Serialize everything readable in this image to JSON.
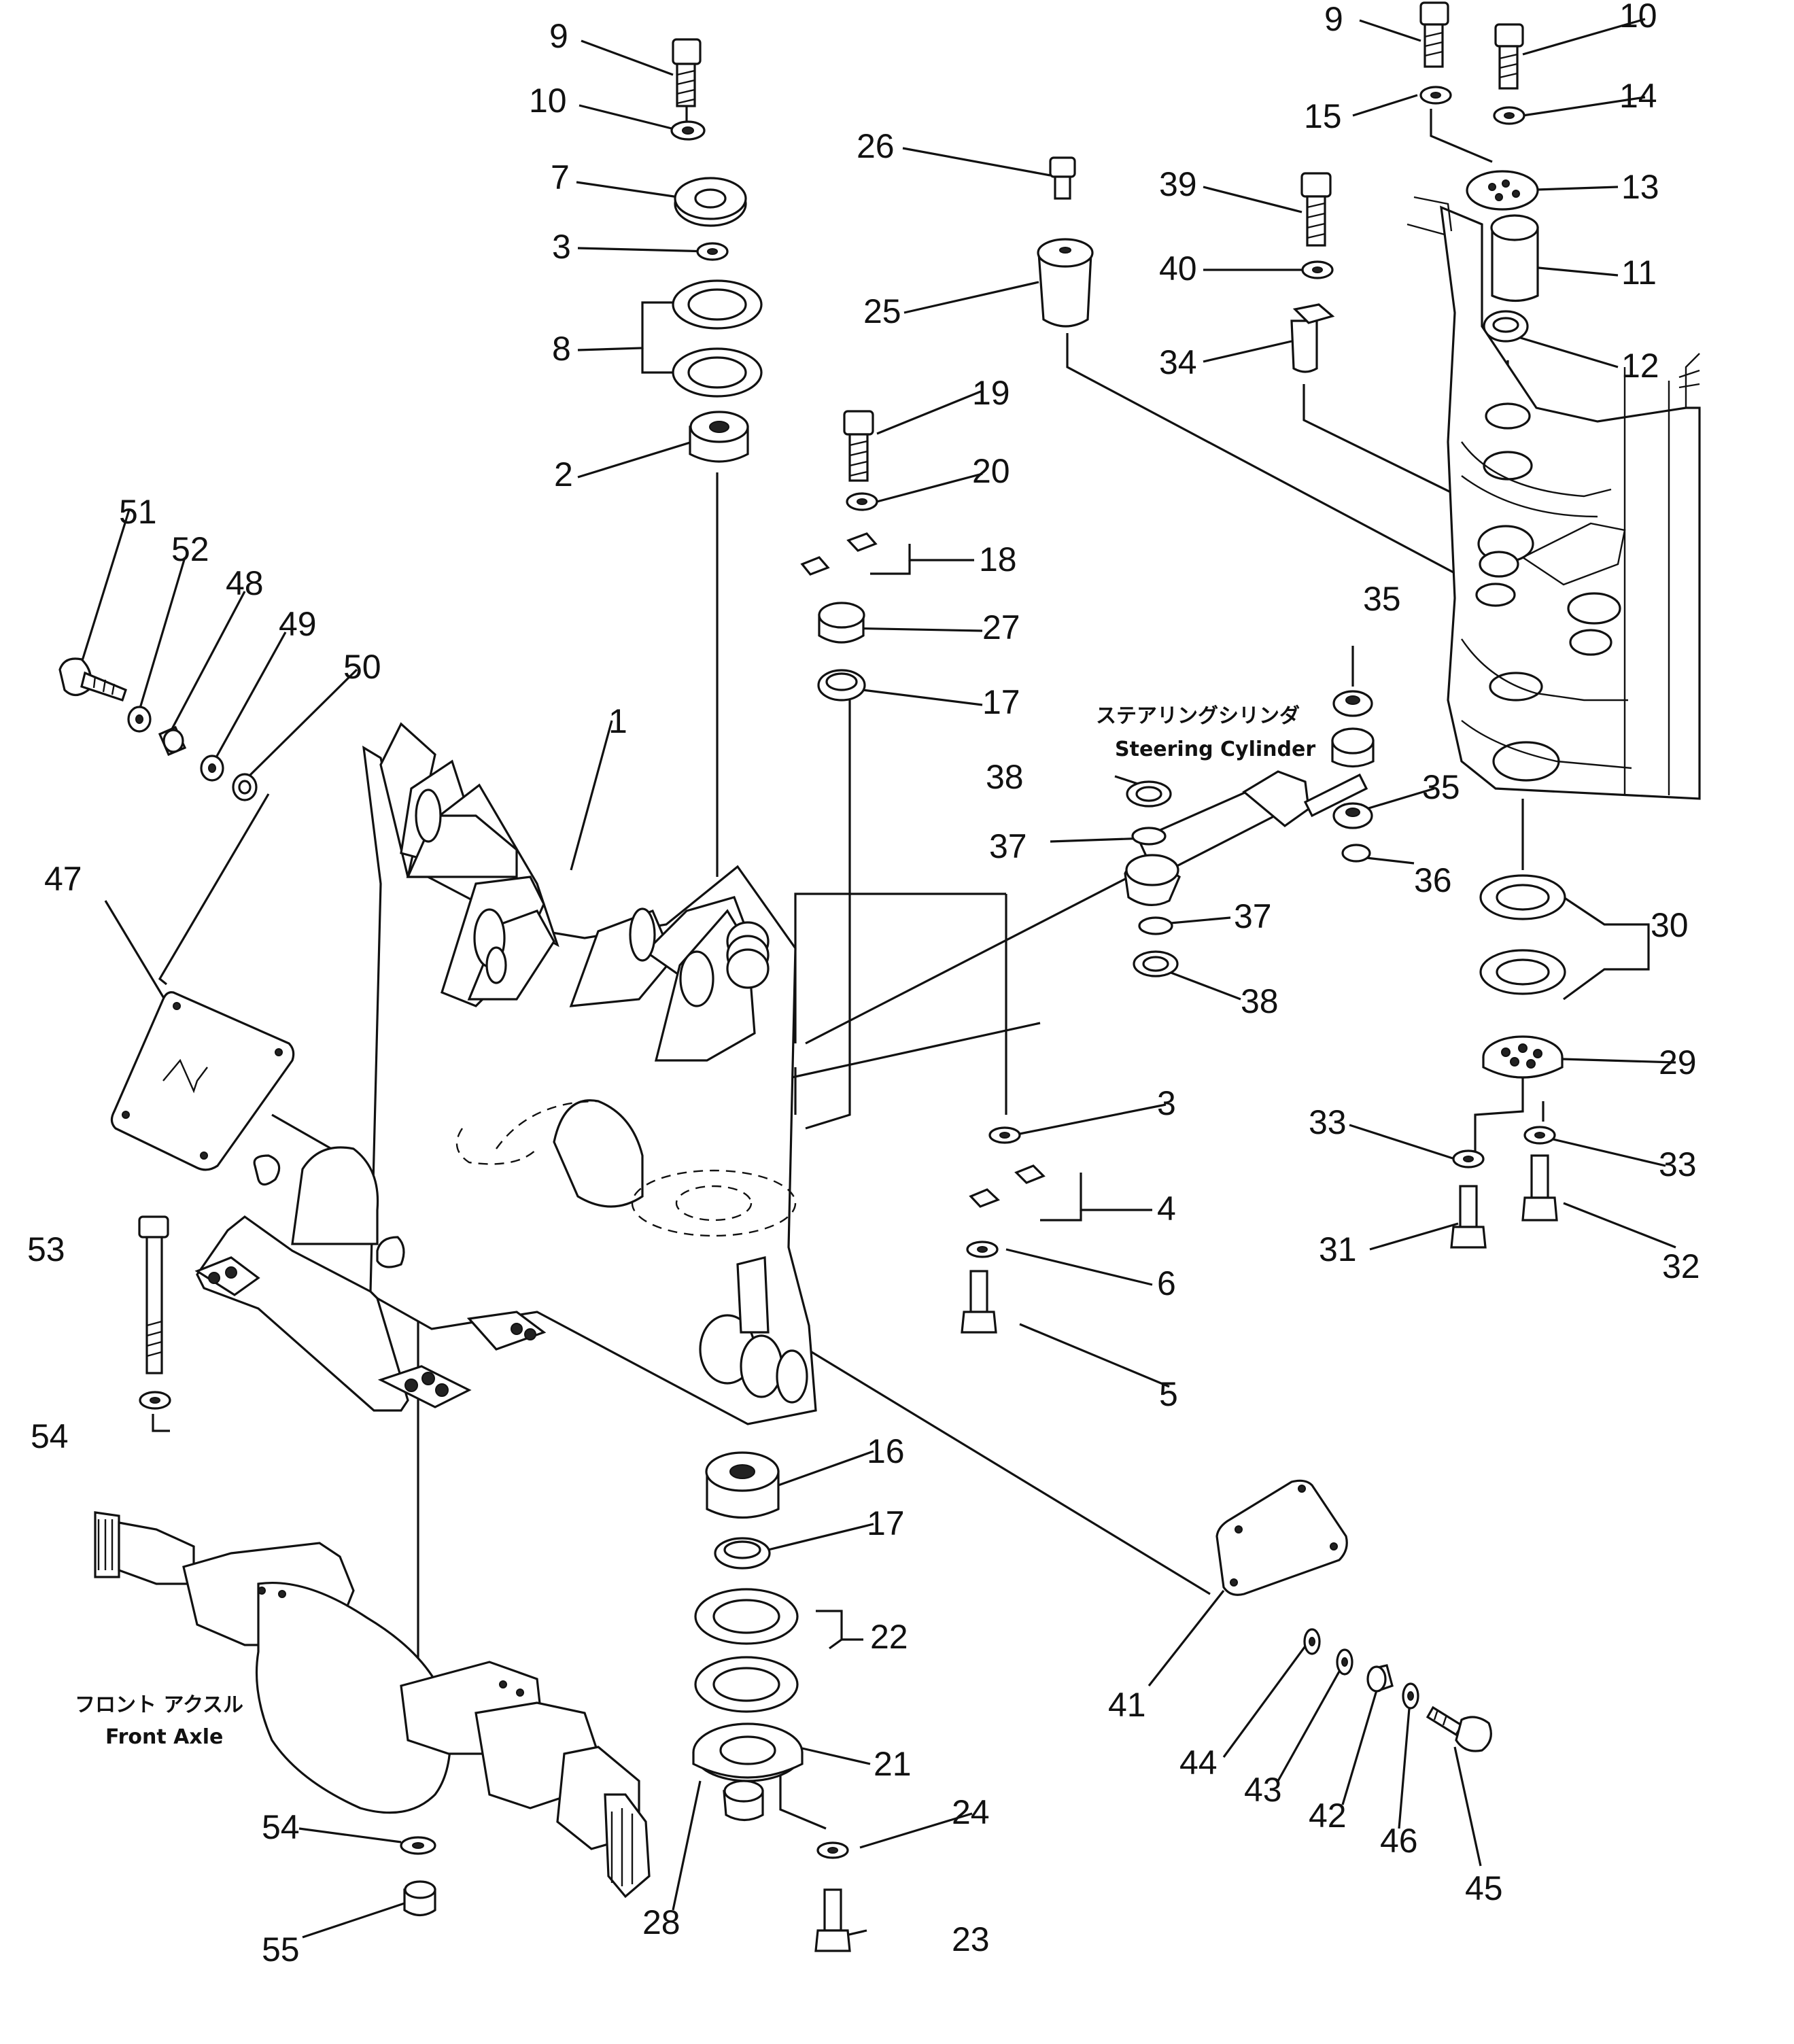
{
  "diagram": {
    "labels": [
      {
        "id": "l9a",
        "text": "9"
      },
      {
        "id": "l10a",
        "text": "10"
      },
      {
        "id": "l7",
        "text": "7"
      },
      {
        "id": "l3a",
        "text": "3"
      },
      {
        "id": "l8",
        "text": "8"
      },
      {
        "id": "l2",
        "text": "2"
      },
      {
        "id": "l26",
        "text": "26"
      },
      {
        "id": "l25",
        "text": "25"
      },
      {
        "id": "l19",
        "text": "19"
      },
      {
        "id": "l20",
        "text": "20"
      },
      {
        "id": "l18",
        "text": "18"
      },
      {
        "id": "l27",
        "text": "27"
      },
      {
        "id": "l17a",
        "text": "17"
      },
      {
        "id": "l9b",
        "text": "9"
      },
      {
        "id": "l10b",
        "text": "10"
      },
      {
        "id": "l14",
        "text": "14"
      },
      {
        "id": "l15",
        "text": "15"
      },
      {
        "id": "l13",
        "text": "13"
      },
      {
        "id": "l39",
        "text": "39"
      },
      {
        "id": "l11",
        "text": "11"
      },
      {
        "id": "l40",
        "text": "40"
      },
      {
        "id": "l12",
        "text": "12"
      },
      {
        "id": "l34",
        "text": "34"
      },
      {
        "id": "l51",
        "text": "51"
      },
      {
        "id": "l52",
        "text": "52"
      },
      {
        "id": "l48",
        "text": "48"
      },
      {
        "id": "l49",
        "text": "49"
      },
      {
        "id": "l50",
        "text": "50"
      },
      {
        "id": "l1",
        "text": "1"
      },
      {
        "id": "l47",
        "text": "47"
      },
      {
        "id": "l35a",
        "text": "35"
      },
      {
        "id": "l38a",
        "text": "38"
      },
      {
        "id": "l37a",
        "text": "37"
      },
      {
        "id": "l35b",
        "text": "35"
      },
      {
        "id": "l36",
        "text": "36"
      },
      {
        "id": "l37b",
        "text": "37"
      },
      {
        "id": "l30",
        "text": "30"
      },
      {
        "id": "l38b",
        "text": "38"
      },
      {
        "id": "l29",
        "text": "29"
      },
      {
        "id": "l3b",
        "text": "3"
      },
      {
        "id": "l33a",
        "text": "33"
      },
      {
        "id": "l33b",
        "text": "33"
      },
      {
        "id": "l4",
        "text": "4"
      },
      {
        "id": "l53",
        "text": "53"
      },
      {
        "id": "l6",
        "text": "6"
      },
      {
        "id": "l31",
        "text": "31"
      },
      {
        "id": "l32",
        "text": "32"
      },
      {
        "id": "l5",
        "text": "5"
      },
      {
        "id": "l54a",
        "text": "54"
      },
      {
        "id": "l16",
        "text": "16"
      },
      {
        "id": "l17b",
        "text": "17"
      },
      {
        "id": "l22",
        "text": "22"
      },
      {
        "id": "l41",
        "text": "41"
      },
      {
        "id": "l21",
        "text": "21"
      },
      {
        "id": "l44",
        "text": "44"
      },
      {
        "id": "l43",
        "text": "43"
      },
      {
        "id": "l42",
        "text": "42"
      },
      {
        "id": "l46",
        "text": "46"
      },
      {
        "id": "l24",
        "text": "24"
      },
      {
        "id": "l45",
        "text": "45"
      },
      {
        "id": "l54b",
        "text": "54"
      },
      {
        "id": "l28",
        "text": "28"
      },
      {
        "id": "l23",
        "text": "23"
      },
      {
        "id": "l55",
        "text": "55"
      }
    ],
    "notes": {
      "steering_jp": "ステアリングシリンダ",
      "steering_en": "Steering Cylinder",
      "axle_jp": "フロント アクスル",
      "axle_en": "Front Axle"
    }
  }
}
